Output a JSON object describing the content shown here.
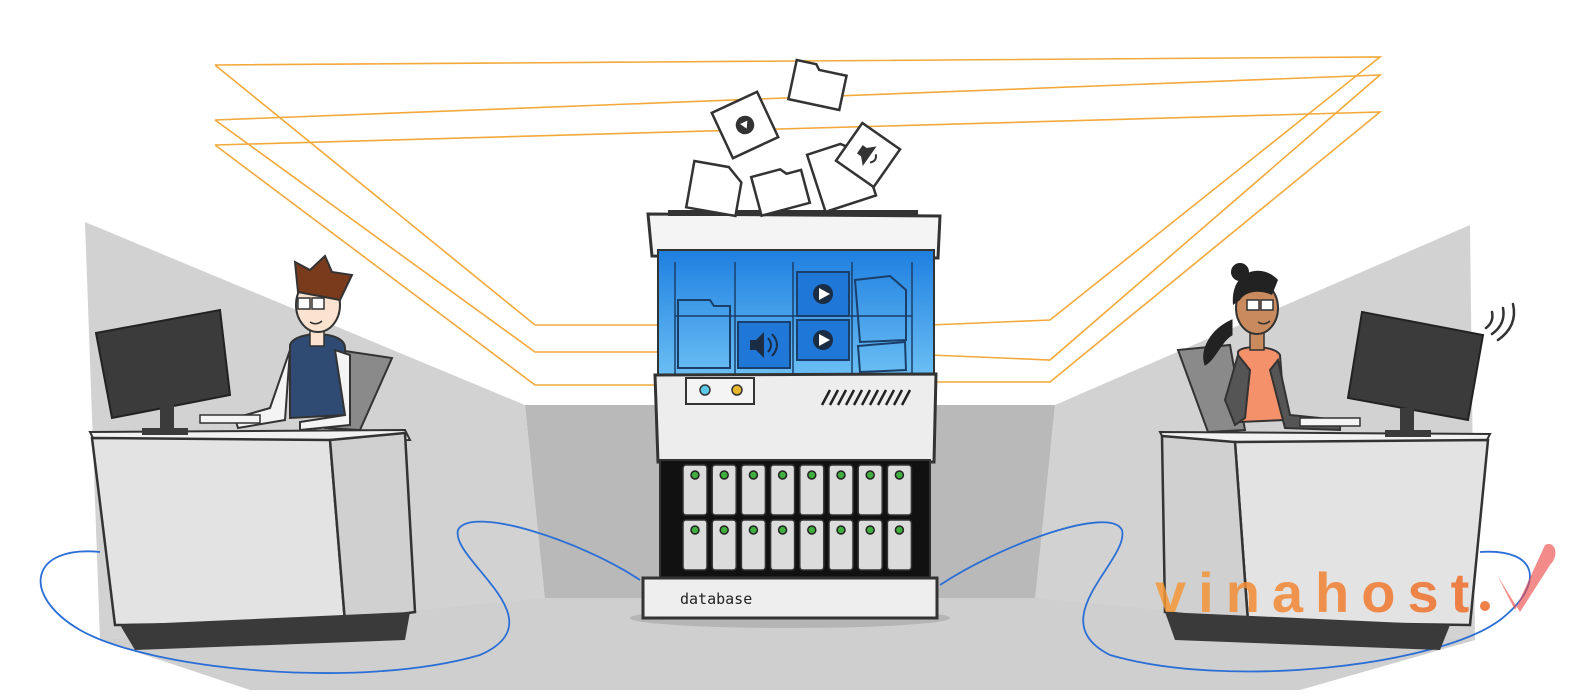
{
  "label": {
    "database": "database"
  },
  "watermark": {
    "text": "vinahost",
    "kind": "logo"
  },
  "icons": {
    "server": "server-rack-icon",
    "monitor_left": "monitor-icon",
    "monitor_right": "monitor-icon",
    "wifi": "wifi-icon",
    "speaker": "speaker-icon",
    "play": "play-icon"
  },
  "colors": {
    "cable_orange": "#f2a93b",
    "cable_blue": "#2b6fd6",
    "screen_blue_top": "#1e7fe0",
    "screen_blue_bottom": "#6cc0f4",
    "room_gray": "#d6d6d6",
    "room_dark": "#bdbdbd",
    "outline": "#333333",
    "led_green": "#3fae3f",
    "watermark_orange": "#f07a2a"
  }
}
